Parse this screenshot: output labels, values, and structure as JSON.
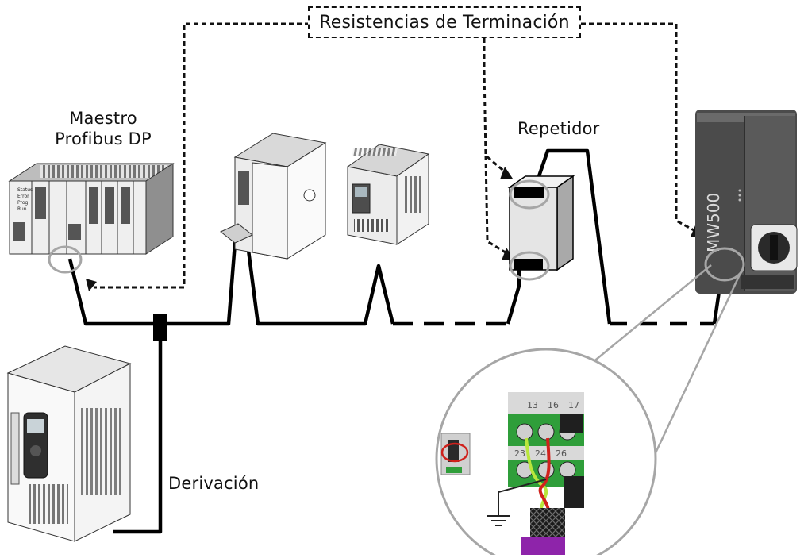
{
  "diagram": {
    "title_box": "Resistencias de Terminación",
    "master_label_line1": "Maestro",
    "master_label_line2": "Profibus DP",
    "repeater_label": "Repetidor",
    "branch_label": "Derivación",
    "plc_status_labels": [
      "Status",
      "Error",
      "Prog",
      "Run"
    ],
    "drive_brand_text": "MW500",
    "terminal_numbers": [
      "13",
      "16",
      "17",
      "23",
      "24",
      "26"
    ]
  },
  "colors": {
    "bus_line": "#000000",
    "dashed_line": "#111111",
    "highlight_circle": "#a6a6a6",
    "terminal_green": "#2f9e3a",
    "wire_red": "#d0211c",
    "wire_yellow_green": "#b9e63c",
    "cable_purple": "#8e24aa",
    "drive_body": "#4a4a4a"
  }
}
